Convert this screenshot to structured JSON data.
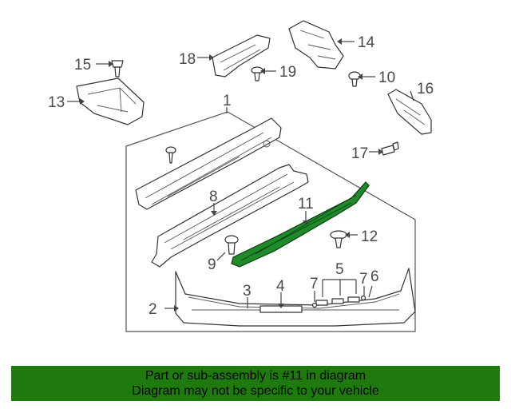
{
  "callouts": {
    "c1": "1",
    "c2": "2",
    "c3": "3",
    "c4": "4",
    "c5": "5",
    "c6": "6",
    "c7a": "7",
    "c7b": "7",
    "c8": "8",
    "c9": "9",
    "c10": "10",
    "c11": "11",
    "c12": "12",
    "c13": "13",
    "c14": "14",
    "c15": "15",
    "c16": "16",
    "c17": "17",
    "c18": "18",
    "c19": "19"
  },
  "highlighted_part": "11",
  "colors": {
    "highlight": "#1f8a2a",
    "banner": "#1f7a0d"
  },
  "banner": {
    "line1": "Part or sub-assembly is #11 in diagram",
    "line2": "Diagram may not be specific to your vehicle"
  }
}
